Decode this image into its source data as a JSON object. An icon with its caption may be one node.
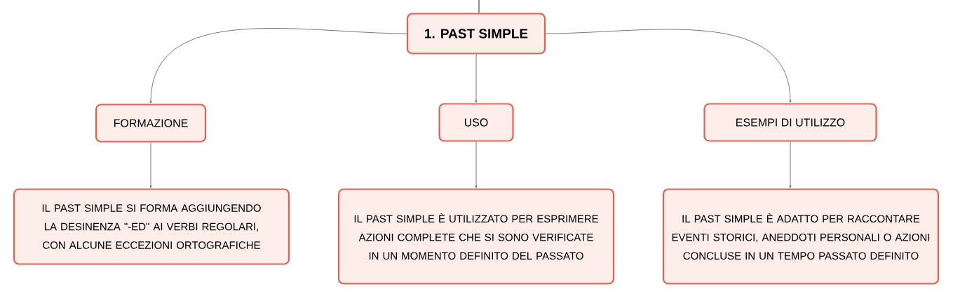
{
  "diagram": {
    "nodes": [
      {
        "text": [
          "1. PAST SIMPLE"
        ]
      },
      {
        "text": [
          "FORMAZIONE"
        ]
      },
      {
        "text": [
          "USO"
        ]
      },
      {
        "text": [
          "ESEMPI DI UTILIZZO"
        ]
      },
      {
        "text": [
          "IL PAST SIMPLE SI FORMA AGGIUNGENDO LA DESINENZA \"-ED\" AI VERBI REGOLARI, CON ALCUNE ECCEZIONI ORTOGRAFICHE"
        ]
      },
      {
        "text": [
          "IL PAST SIMPLE È UTILIZZATO PER ESPRIMERE AZIONI COMPLETE CHE SI SONO VERIFICATE IN UN MOMENTO DEFINITO DEL PASSATO"
        ]
      },
      {
        "text": [
          "IL PAST SIMPLE È ADATTO PER RACCONTARE EVENTI STORICI, ANEDDOTI PERSONALI O AZIONI CONCLUSE IN UN TEMPO PASSATO DEFINITO"
        ]
      }
    ],
    "edges": [
      {
        "from": null,
        "to": 0,
        "arrow": "none"
      },
      {
        "from": 0,
        "to": 1,
        "arrow": "to"
      },
      {
        "from": 0,
        "to": 2,
        "arrow": "to"
      },
      {
        "from": 0,
        "to": 3,
        "arrow": "to"
      },
      {
        "from": 1,
        "to": 4,
        "arrow": "to"
      },
      {
        "from": 2,
        "to": 5,
        "arrow": "to"
      },
      {
        "from": 3,
        "to": 6,
        "arrow": "to"
      }
    ]
  }
}
